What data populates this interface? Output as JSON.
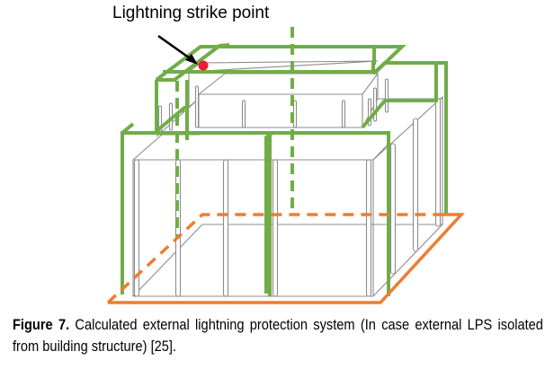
{
  "figure": {
    "annotation": "Lightning strike point",
    "caption_label": "Figure 7.",
    "caption_text": " Calculated external lightning protection system (In case external LPS isolated from building structure) [25].",
    "legend_colors": {
      "air_termination": "#70ad47",
      "earth_termination": "#ed7d31",
      "building": "#8c8c8c",
      "strike_point": "#e8212a"
    }
  }
}
